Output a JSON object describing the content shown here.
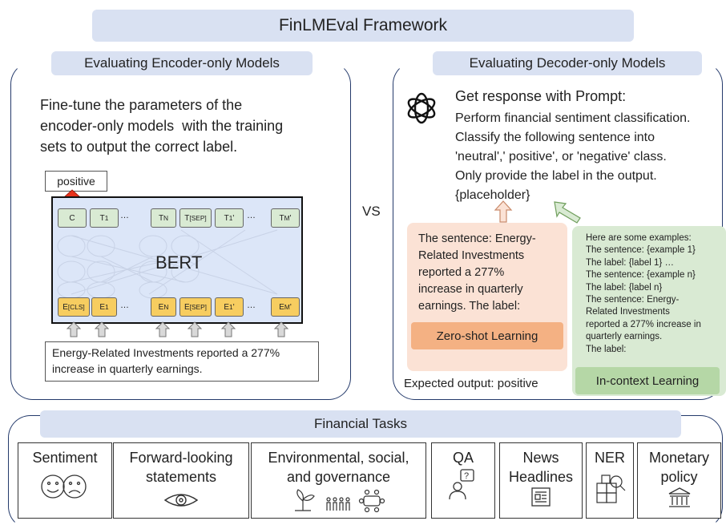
{
  "title": "FinLMEval Framework",
  "encoder": {
    "header": "Evaluating Encoder-only Models",
    "description": "Fine-tune the parameters of the\nencoder-only models  with the training\nsets to output the correct label.",
    "output_label": "positive",
    "model_name": "BERT",
    "input_sentence": "Energy-Related Investments reported a 277%\nincrease in quarterly earnings."
  },
  "vs_label": "VS",
  "decoder": {
    "header": "Evaluating Decoder-only Models",
    "prompt_title": "Get response with Prompt:",
    "prompt_text": "Perform financial sentiment classification.\nClassify the following sentence into\n'neutral',' positive', or 'negative' class.\nOnly provide the label in the output.\n{placeholder}",
    "zero_shot_text": "The sentence: Energy-\nRelated Investments\nreported a 277%\nincrease in quarterly\nearnings. The label:",
    "zero_shot_label": "Zero-shot Learning",
    "in_context_text": "Here are some examples:\nThe sentence: {example 1}\nThe label: {label 1} …\nThe sentence: {example n}\nThe label: {label n}\nThe sentence: Energy-\nRelated Investments\nreported a 277% increase in\nquarterly earnings.\nThe label:",
    "in_context_label": "In-context Learning",
    "expected_prefix": "Expected output",
    "expected_value": ": positive"
  },
  "tasks": {
    "header": "Financial Tasks",
    "items": [
      {
        "label": "Sentiment",
        "icon": "emoji-faces-icon"
      },
      {
        "label": "Forward-looking\nstatements",
        "icon": "eye-icon"
      },
      {
        "label": "Environmental, social,\nand governance",
        "icon": "plant-people-meeting-icon"
      },
      {
        "label": "QA",
        "icon": "question-person-icon"
      },
      {
        "label": "News\nHeadlines",
        "icon": "newspaper-icon"
      },
      {
        "label": "NER",
        "icon": "boxes-search-icon"
      },
      {
        "label": "Monetary\npolicy",
        "icon": "bank-icon"
      }
    ]
  },
  "colors": {
    "pill": "#d9e1f2",
    "border": "#243a6b",
    "bert_bg": "#dce6f8",
    "token_top": "#d9ead3",
    "token_bottom": "#f7cd60",
    "zero_shot_bg": "#fbe2d5",
    "zero_shot_pill": "#f4b183",
    "in_context_bg": "#d9ead3",
    "in_context_pill": "#b5d7a6",
    "output_arrow": "#e8321b"
  }
}
